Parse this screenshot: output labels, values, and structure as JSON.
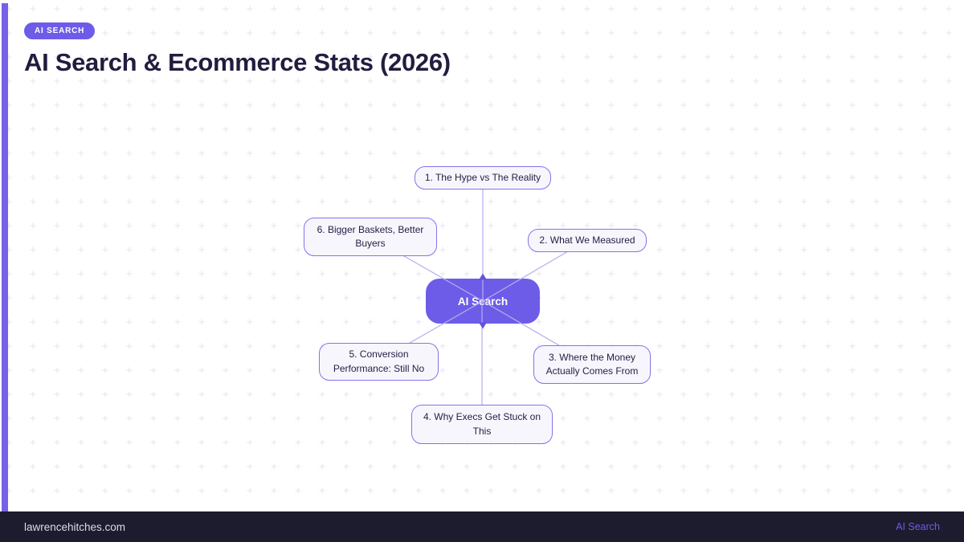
{
  "page": {
    "badge": "AI SEARCH",
    "title": "AI Search & Ecommerce Stats (2026)"
  },
  "colors": {
    "accent_purple": "#6d5ce7",
    "accent_bar": "#7561e9",
    "node_border": "#8274ec",
    "node_fill": "#f7f6fd",
    "edge_line": "#b7aeef",
    "title_text": "#211d3f",
    "footer_background": "#1d1b2e",
    "footer_site_text": "#dddce8",
    "footer_section_text": "#6c5ce7",
    "dot_grid": "#eae8f2"
  },
  "mindmap": {
    "center": {
      "label": "AI Search"
    },
    "nodes": [
      {
        "label": "1. The Hype vs The Reality"
      },
      {
        "label": "2. What We Measured"
      },
      {
        "label": "3. Where the Money Actually Comes From"
      },
      {
        "label": "4. Why Execs Get Stuck on This"
      },
      {
        "label": "5. Conversion Performance: Still No"
      },
      {
        "label": "6. Bigger Baskets, Better Buyers"
      }
    ]
  },
  "footer": {
    "site": "lawrencehitches.com",
    "section": "AI Search"
  }
}
